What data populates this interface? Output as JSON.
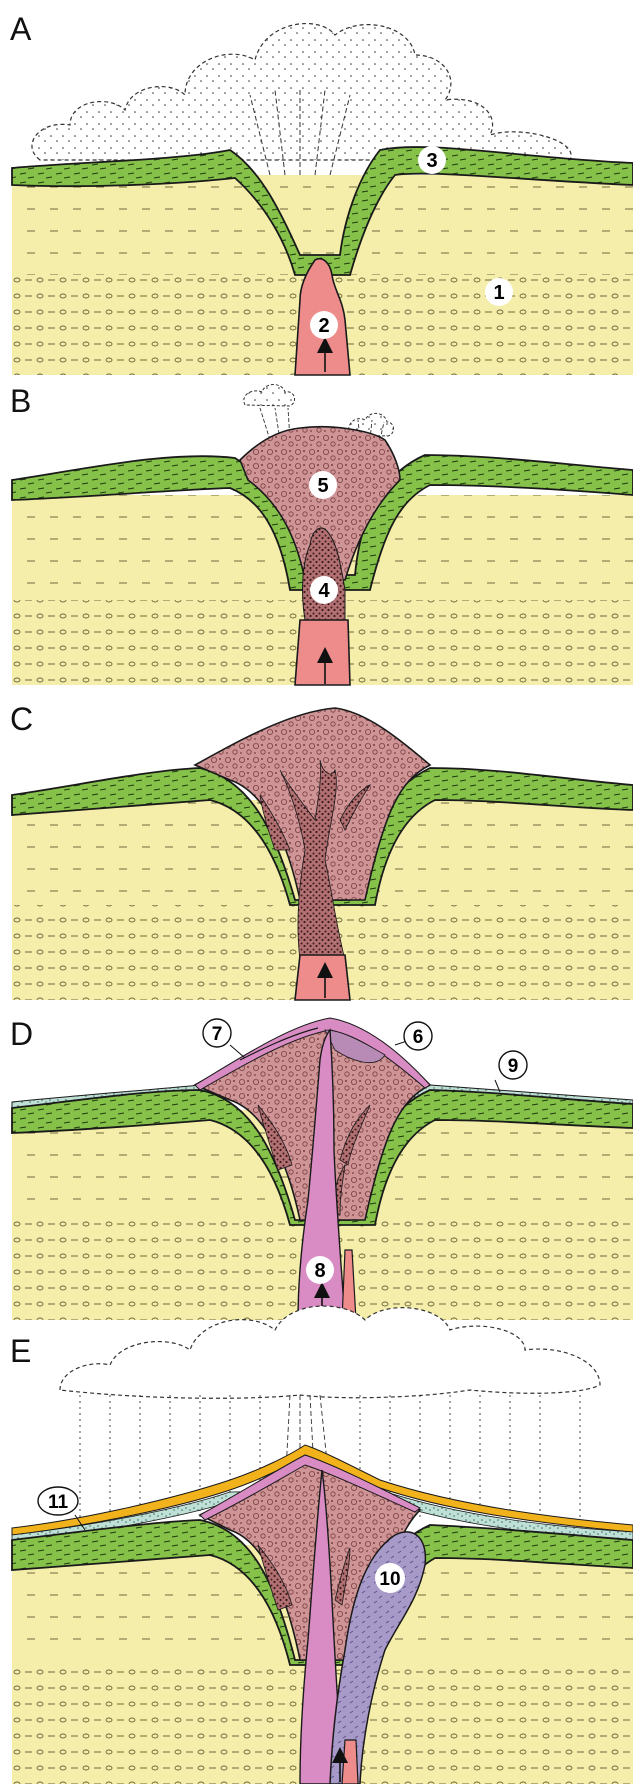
{
  "colors": {
    "host_rock": "#f5eeab",
    "tuff_ring": "#86c24a",
    "tuff_ring_stroke": "#2c4f14",
    "magma": "#ee8c8c",
    "breccia": "#cf9496",
    "breccia_dark": "#8a4a4c",
    "late_magma": "#d98cc4",
    "intrusion": "#a79ac8",
    "ash_layer": "#f1b21c",
    "thin_deposit": "#bfe0d6",
    "outline": "#1a1a1a"
  },
  "panels": [
    {
      "letter": "A",
      "labels": [
        "1",
        "2",
        "3"
      ]
    },
    {
      "letter": "B",
      "labels": [
        "4",
        "5"
      ]
    },
    {
      "letter": "C",
      "labels": []
    },
    {
      "letter": "D",
      "labels": [
        "6",
        "7",
        "8",
        "9"
      ]
    },
    {
      "letter": "E",
      "labels": [
        "10",
        "11"
      ]
    }
  ]
}
